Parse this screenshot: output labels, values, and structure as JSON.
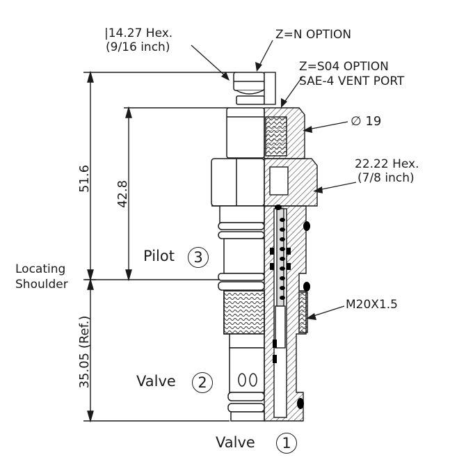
{
  "labels": {
    "hex_top_line1": "|14.27 Hex.",
    "hex_top_line2": "(9/16 inch)",
    "z_n_option": "Z=N OPTION",
    "z_s04_line1": "Z=S04 OPTION",
    "z_s04_line2": "SAE-4 VENT PORT",
    "diameter": "∅ 19",
    "hex_mid_line1": "22.22 Hex.",
    "hex_mid_line2": "(7/8 inch)",
    "thread": "M20X1.5",
    "locating_line1": "Locating",
    "locating_line2": "Shoulder"
  },
  "ports": {
    "pilot_label": "Pilot",
    "pilot_number": "3",
    "valve2_label": "Valve",
    "valve2_number": "2",
    "valve1_label": "Valve",
    "valve1_number": "1"
  },
  "dimensions": {
    "overall": "51.6",
    "pilot_section": "42.8",
    "lower_section": "35.05 (Ref.)"
  },
  "colors": {
    "line": "#1a1a1a",
    "hatch": "#3a3a3a",
    "seal": "#000000"
  }
}
